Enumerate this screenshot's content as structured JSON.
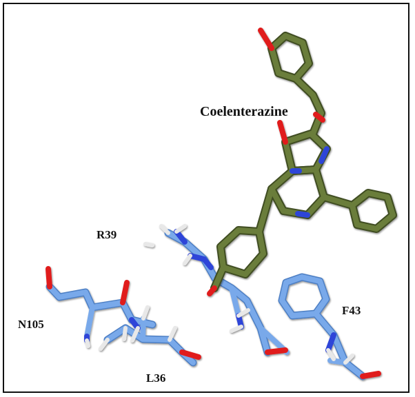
{
  "labels": {
    "ligand": "Coelenterazine",
    "r39": "R39",
    "n105": "N105",
    "l36": "L36",
    "f43": "F43"
  },
  "colors": {
    "ligand_carbon": "#5b6e34",
    "protein_carbon": "#6f9fde",
    "oxygen": "#e01b1b",
    "nitrogen": "#2f45d8",
    "hydrogen": "#f2f2f2",
    "frame": "#111111"
  }
}
